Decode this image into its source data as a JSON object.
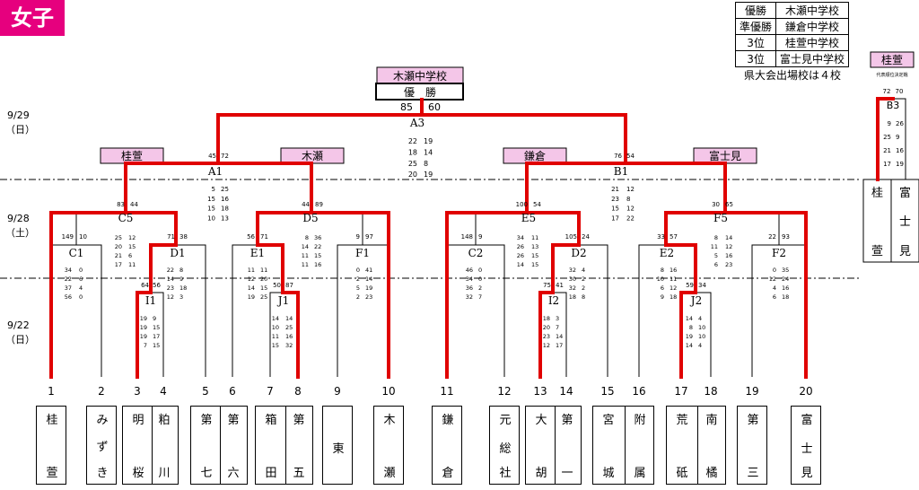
{
  "header": {
    "category": "女子"
  },
  "results": [
    {
      "place": "優勝",
      "school": "木瀬中学校"
    },
    {
      "place": "準優勝",
      "school": "鎌倉中学校"
    },
    {
      "place": "3位",
      "school": "桂萱中学校"
    },
    {
      "place": "3位",
      "school": "富士見中学校"
    }
  ],
  "results_note": "県大会出場校は４校",
  "dates": [
    {
      "date": "9/29",
      "day": "（日）"
    },
    {
      "date": "9/28",
      "day": "（土）"
    },
    {
      "date": "9/22",
      "day": "（日）"
    }
  ],
  "champion": {
    "name": "木瀬中学校",
    "title": "優　勝",
    "score_left": "85",
    "score_right": "60"
  },
  "winner_labels": [
    "桂萱",
    "木瀬",
    "鎌倉",
    "富士見"
  ],
  "playoff": {
    "label": "桂萱",
    "note": "代表順位決定戦",
    "score_left": "72",
    "score_right": "70",
    "match": "B3",
    "sets": [
      [
        "9",
        "26"
      ],
      [
        "25",
        "9"
      ],
      [
        "21",
        "16"
      ],
      [
        "17",
        "19"
      ]
    ],
    "team_left": "桂萱",
    "team_right": "富士見"
  },
  "matches": {
    "A3": {
      "label": "A3",
      "sets": [
        [
          "22",
          "19"
        ],
        [
          "18",
          "14"
        ],
        [
          "25",
          "8"
        ],
        [
          "20",
          "19"
        ]
      ]
    },
    "A1": {
      "label": "A1",
      "score_left": "45",
      "score_right": "72",
      "sets": [
        [
          "5",
          "25"
        ],
        [
          "15",
          "16"
        ],
        [
          "15",
          "18"
        ],
        [
          "10",
          "13"
        ]
      ]
    },
    "B1": {
      "label": "B1",
      "score_left": "76",
      "score_right": "54",
      "sets": [
        [
          "21",
          "12"
        ],
        [
          "23",
          "8"
        ],
        [
          "15",
          "12"
        ],
        [
          "17",
          "22"
        ]
      ]
    },
    "C5": {
      "label": "C5",
      "score_left": "83",
      "score_right": "44",
      "sets": [
        [
          "25",
          "12"
        ],
        [
          "20",
          "15"
        ],
        [
          "21",
          "6"
        ],
        [
          "17",
          "11"
        ]
      ]
    },
    "D5": {
      "label": "D5",
      "score_left": "44",
      "score_right": "89",
      "sets": [
        [
          "8",
          "36"
        ],
        [
          "14",
          "22"
        ],
        [
          "11",
          "15"
        ],
        [
          "11",
          "16"
        ]
      ]
    },
    "E5": {
      "label": "E5",
      "score_left": "100",
      "score_right": "54",
      "sets": [
        [
          "34",
          "11"
        ],
        [
          "26",
          "13"
        ],
        [
          "26",
          "15"
        ],
        [
          "14",
          "15"
        ]
      ]
    },
    "F5": {
      "label": "F5",
      "score_left": "30",
      "score_right": "65",
      "sets": [
        [
          "8",
          "14"
        ],
        [
          "11",
          "12"
        ],
        [
          "5",
          "16"
        ],
        [
          "6",
          "23"
        ]
      ]
    },
    "C1": {
      "label": "C1",
      "score_left": "149",
      "score_right": "10",
      "sets": [
        [
          "34",
          "0"
        ],
        [
          "22",
          "6"
        ],
        [
          "37",
          "4"
        ],
        [
          "56",
          "0"
        ]
      ]
    },
    "D1": {
      "label": "D1",
      "score_left": "71",
      "score_right": "38",
      "sets": [
        [
          "22",
          "8"
        ],
        [
          "14",
          "9"
        ],
        [
          "23",
          "18"
        ],
        [
          "12",
          "3"
        ]
      ]
    },
    "I1": {
      "label": "I1",
      "score_left": "64",
      "score_right": "56",
      "sets": [
        [
          "19",
          "9"
        ],
        [
          "19",
          "15"
        ],
        [
          "19",
          "17"
        ],
        [
          "7",
          "15"
        ]
      ]
    },
    "E1": {
      "label": "E1",
      "score_left": "56",
      "score_right": "71",
      "sets": [
        [
          "11",
          "11"
        ],
        [
          "12",
          "20"
        ],
        [
          "14",
          "15"
        ],
        [
          "19",
          "25"
        ]
      ]
    },
    "J1": {
      "label": "J1",
      "score_left": "50",
      "score_right": "87",
      "sets": [
        [
          "14",
          "14"
        ],
        [
          "10",
          "25"
        ],
        [
          "11",
          "16"
        ],
        [
          "15",
          "32"
        ]
      ]
    },
    "F1": {
      "label": "F1",
      "score_left": "9",
      "score_right": "97",
      "sets": [
        [
          "0",
          "41"
        ],
        [
          "2",
          "14"
        ],
        [
          "5",
          "19"
        ],
        [
          "2",
          "23"
        ]
      ]
    },
    "C2": {
      "label": "C2",
      "score_left": "148",
      "score_right": "9",
      "sets": [
        [
          "46",
          "0"
        ],
        [
          "34",
          "0"
        ],
        [
          "36",
          "2"
        ],
        [
          "32",
          "7"
        ]
      ]
    },
    "D2": {
      "label": "D2",
      "score_left": "105",
      "score_right": "24",
      "sets": [
        [
          "32",
          "4"
        ],
        [
          "30",
          "2"
        ],
        [
          "32",
          "2"
        ],
        [
          "18",
          "8"
        ]
      ]
    },
    "I2": {
      "label": "I2",
      "score_left": "75",
      "score_right": "41",
      "sets": [
        [
          "18",
          "3"
        ],
        [
          "20",
          "7"
        ],
        [
          "23",
          "14"
        ],
        [
          "12",
          "17"
        ]
      ]
    },
    "E2": {
      "label": "E2",
      "score_left": "33",
      "score_right": "57",
      "sets": [
        [
          "8",
          "16"
        ],
        [
          "10",
          "11"
        ],
        [
          "6",
          "12"
        ],
        [
          "9",
          "18"
        ]
      ]
    },
    "J2": {
      "label": "J2",
      "score_left": "59",
      "score_right": "34",
      "sets": [
        [
          "14",
          "4"
        ],
        [
          "8",
          "10"
        ],
        [
          "19",
          "10"
        ],
        [
          "14",
          "4"
        ]
      ]
    },
    "F2": {
      "label": "F2",
      "score_left": "22",
      "score_right": "93",
      "sets": [
        [
          "0",
          "35"
        ],
        [
          "12",
          "24"
        ],
        [
          "4",
          "16"
        ],
        [
          "6",
          "18"
        ]
      ]
    }
  },
  "teams": [
    {
      "num": "1",
      "top": "桂",
      "mid": "",
      "bot": "萱"
    },
    {
      "num": "2",
      "top": "み",
      "mid": "",
      "bot": "き",
      "mid2": "ず"
    },
    {
      "num": "3",
      "top": "明",
      "mid": "",
      "bot": "桜"
    },
    {
      "num": "4",
      "top": "粕",
      "mid": "",
      "bot": "川"
    },
    {
      "num": "5",
      "top": "第",
      "mid": "",
      "bot": "七"
    },
    {
      "num": "6",
      "top": "第",
      "mid": "",
      "bot": "六"
    },
    {
      "num": "7",
      "top": "箱",
      "mid": "",
      "bot": "田"
    },
    {
      "num": "8",
      "top": "第",
      "mid": "",
      "bot": "五"
    },
    {
      "num": "9",
      "top": "",
      "mid": "東",
      "bot": ""
    },
    {
      "num": "10",
      "top": "木",
      "mid": "",
      "bot": "瀬"
    },
    {
      "num": "11",
      "top": "鎌",
      "mid": "",
      "bot": "倉"
    },
    {
      "num": "12",
      "top": "元",
      "mid": "総",
      "bot": "社"
    },
    {
      "num": "13",
      "top": "大",
      "mid": "",
      "bot": "胡"
    },
    {
      "num": "14",
      "top": "第",
      "mid": "",
      "bot": "一"
    },
    {
      "num": "15",
      "top": "宮",
      "mid": "",
      "bot": "城"
    },
    {
      "num": "16",
      "top": "附",
      "mid": "",
      "bot": "属"
    },
    {
      "num": "17",
      "top": "荒",
      "mid": "",
      "bot": "砥"
    },
    {
      "num": "18",
      "top": "南",
      "mid": "",
      "bot": "橘"
    },
    {
      "num": "19",
      "top": "第",
      "mid": "",
      "bot": "三"
    },
    {
      "num": "20",
      "top": "富",
      "mid": "士",
      "bot": "見"
    }
  ]
}
